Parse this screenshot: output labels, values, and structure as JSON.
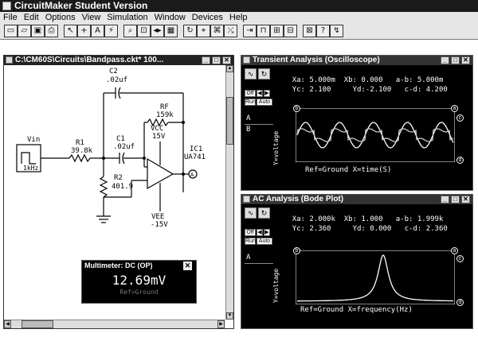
{
  "app": {
    "title": "CircuitMaker Student Version"
  },
  "menu": [
    "File",
    "Edit",
    "Options",
    "View",
    "Simulation",
    "Window",
    "Devices",
    "Help"
  ],
  "toolbar": {
    "buttons": [
      {
        "name": "new-file-icon",
        "glyph": "▭"
      },
      {
        "name": "open-file-icon",
        "glyph": "▱"
      },
      {
        "name": "save-icon",
        "glyph": "▣"
      },
      {
        "name": "print-icon",
        "glyph": "⎙"
      },
      {
        "name": "arrow-tool-icon",
        "glyph": "↖"
      },
      {
        "name": "wire-tool-icon",
        "glyph": "+"
      },
      {
        "name": "text-tool-icon",
        "glyph": "A"
      },
      {
        "name": "probe-tool-icon",
        "glyph": "⚡"
      },
      {
        "name": "zoom-icon",
        "glyph": "⌕"
      },
      {
        "name": "zoom-area-icon",
        "glyph": "⊡"
      },
      {
        "name": "rotate-icon",
        "glyph": "◂▸"
      },
      {
        "name": "macro-icon",
        "glyph": "▦"
      },
      {
        "name": "refresh-icon",
        "glyph": "↻"
      },
      {
        "name": "search-device-icon",
        "glyph": "⌖"
      },
      {
        "name": "digital-sim-icon",
        "glyph": "⌘"
      },
      {
        "name": "analog-probe-icon",
        "glyph": "⤯"
      },
      {
        "name": "step-icon",
        "glyph": "⇥"
      },
      {
        "name": "waveform-icon",
        "glyph": "⊓"
      },
      {
        "name": "run-icon",
        "glyph": "⊞"
      },
      {
        "name": "stop-icon",
        "glyph": "⊟"
      },
      {
        "name": "trace-icon",
        "glyph": "⊠"
      },
      {
        "name": "help-icon",
        "glyph": "?"
      },
      {
        "name": "context-help-icon",
        "glyph": "↯"
      }
    ]
  },
  "schematic": {
    "title": "C:\\CM60S\\Circuits\\Bandpass.ckt* 100...",
    "components": {
      "vin": "Vin",
      "vin_freq": "1kHz",
      "r1": "R1",
      "r1_val": "39.8k",
      "c1": "C1",
      "c1_val": ".02uf",
      "c2": "C2",
      "c2_val": ".02uf",
      "r2": "R2",
      "r2_val": "401.9",
      "rf": "RF",
      "rf_val": "159k",
      "vcc": "VCC",
      "vcc_val": "15V",
      "vee": "VEE",
      "vee_val": "-15V",
      "ic": "IC1",
      "ic_val": "UA741",
      "probe": "A"
    }
  },
  "multimeter": {
    "title": "Multimeter: DC (OP)",
    "value": "12.69mV",
    "ref": "Ref=Ground",
    "close": "✕"
  },
  "transient": {
    "title": "Transient Analysis (Oscilloscope)",
    "xa": "Xa: 5.000m",
    "xb": "Xb: 0.000",
    "ab": "a-b: 5.000m",
    "yc": "Yc: 2.100",
    "yd": "Yd:-2.100",
    "cd": "c-d: 4.200",
    "ylabel": "Y=voltage",
    "xlabel": "Ref=Ground  X=time(S)",
    "trace_a": "A",
    "trace_b": "B",
    "off": "Off",
    "run": "Run",
    "auto": "Auto",
    "marker_a": "a",
    "marker_b": "b",
    "marker_c": "c",
    "marker_d": "d"
  },
  "ac": {
    "title": "AC Analysis (Bode Plot)",
    "xa": "Xa: 2.000k",
    "xb": "Xb: 1.000",
    "ab": "a-b: 1.999k",
    "yc": "Yc: 2.360",
    "yd": "Yd: 0.000",
    "cd": "c-d: 2.360",
    "ylabel": "Y=voltage",
    "xlabel": "Ref=Ground  X=frequency(Hz)",
    "trace_a": "A",
    "off": "Off",
    "run": "Run",
    "auto": "Auto",
    "marker_a": "a",
    "marker_b": "b",
    "marker_c": "c",
    "marker_d": "d"
  }
}
